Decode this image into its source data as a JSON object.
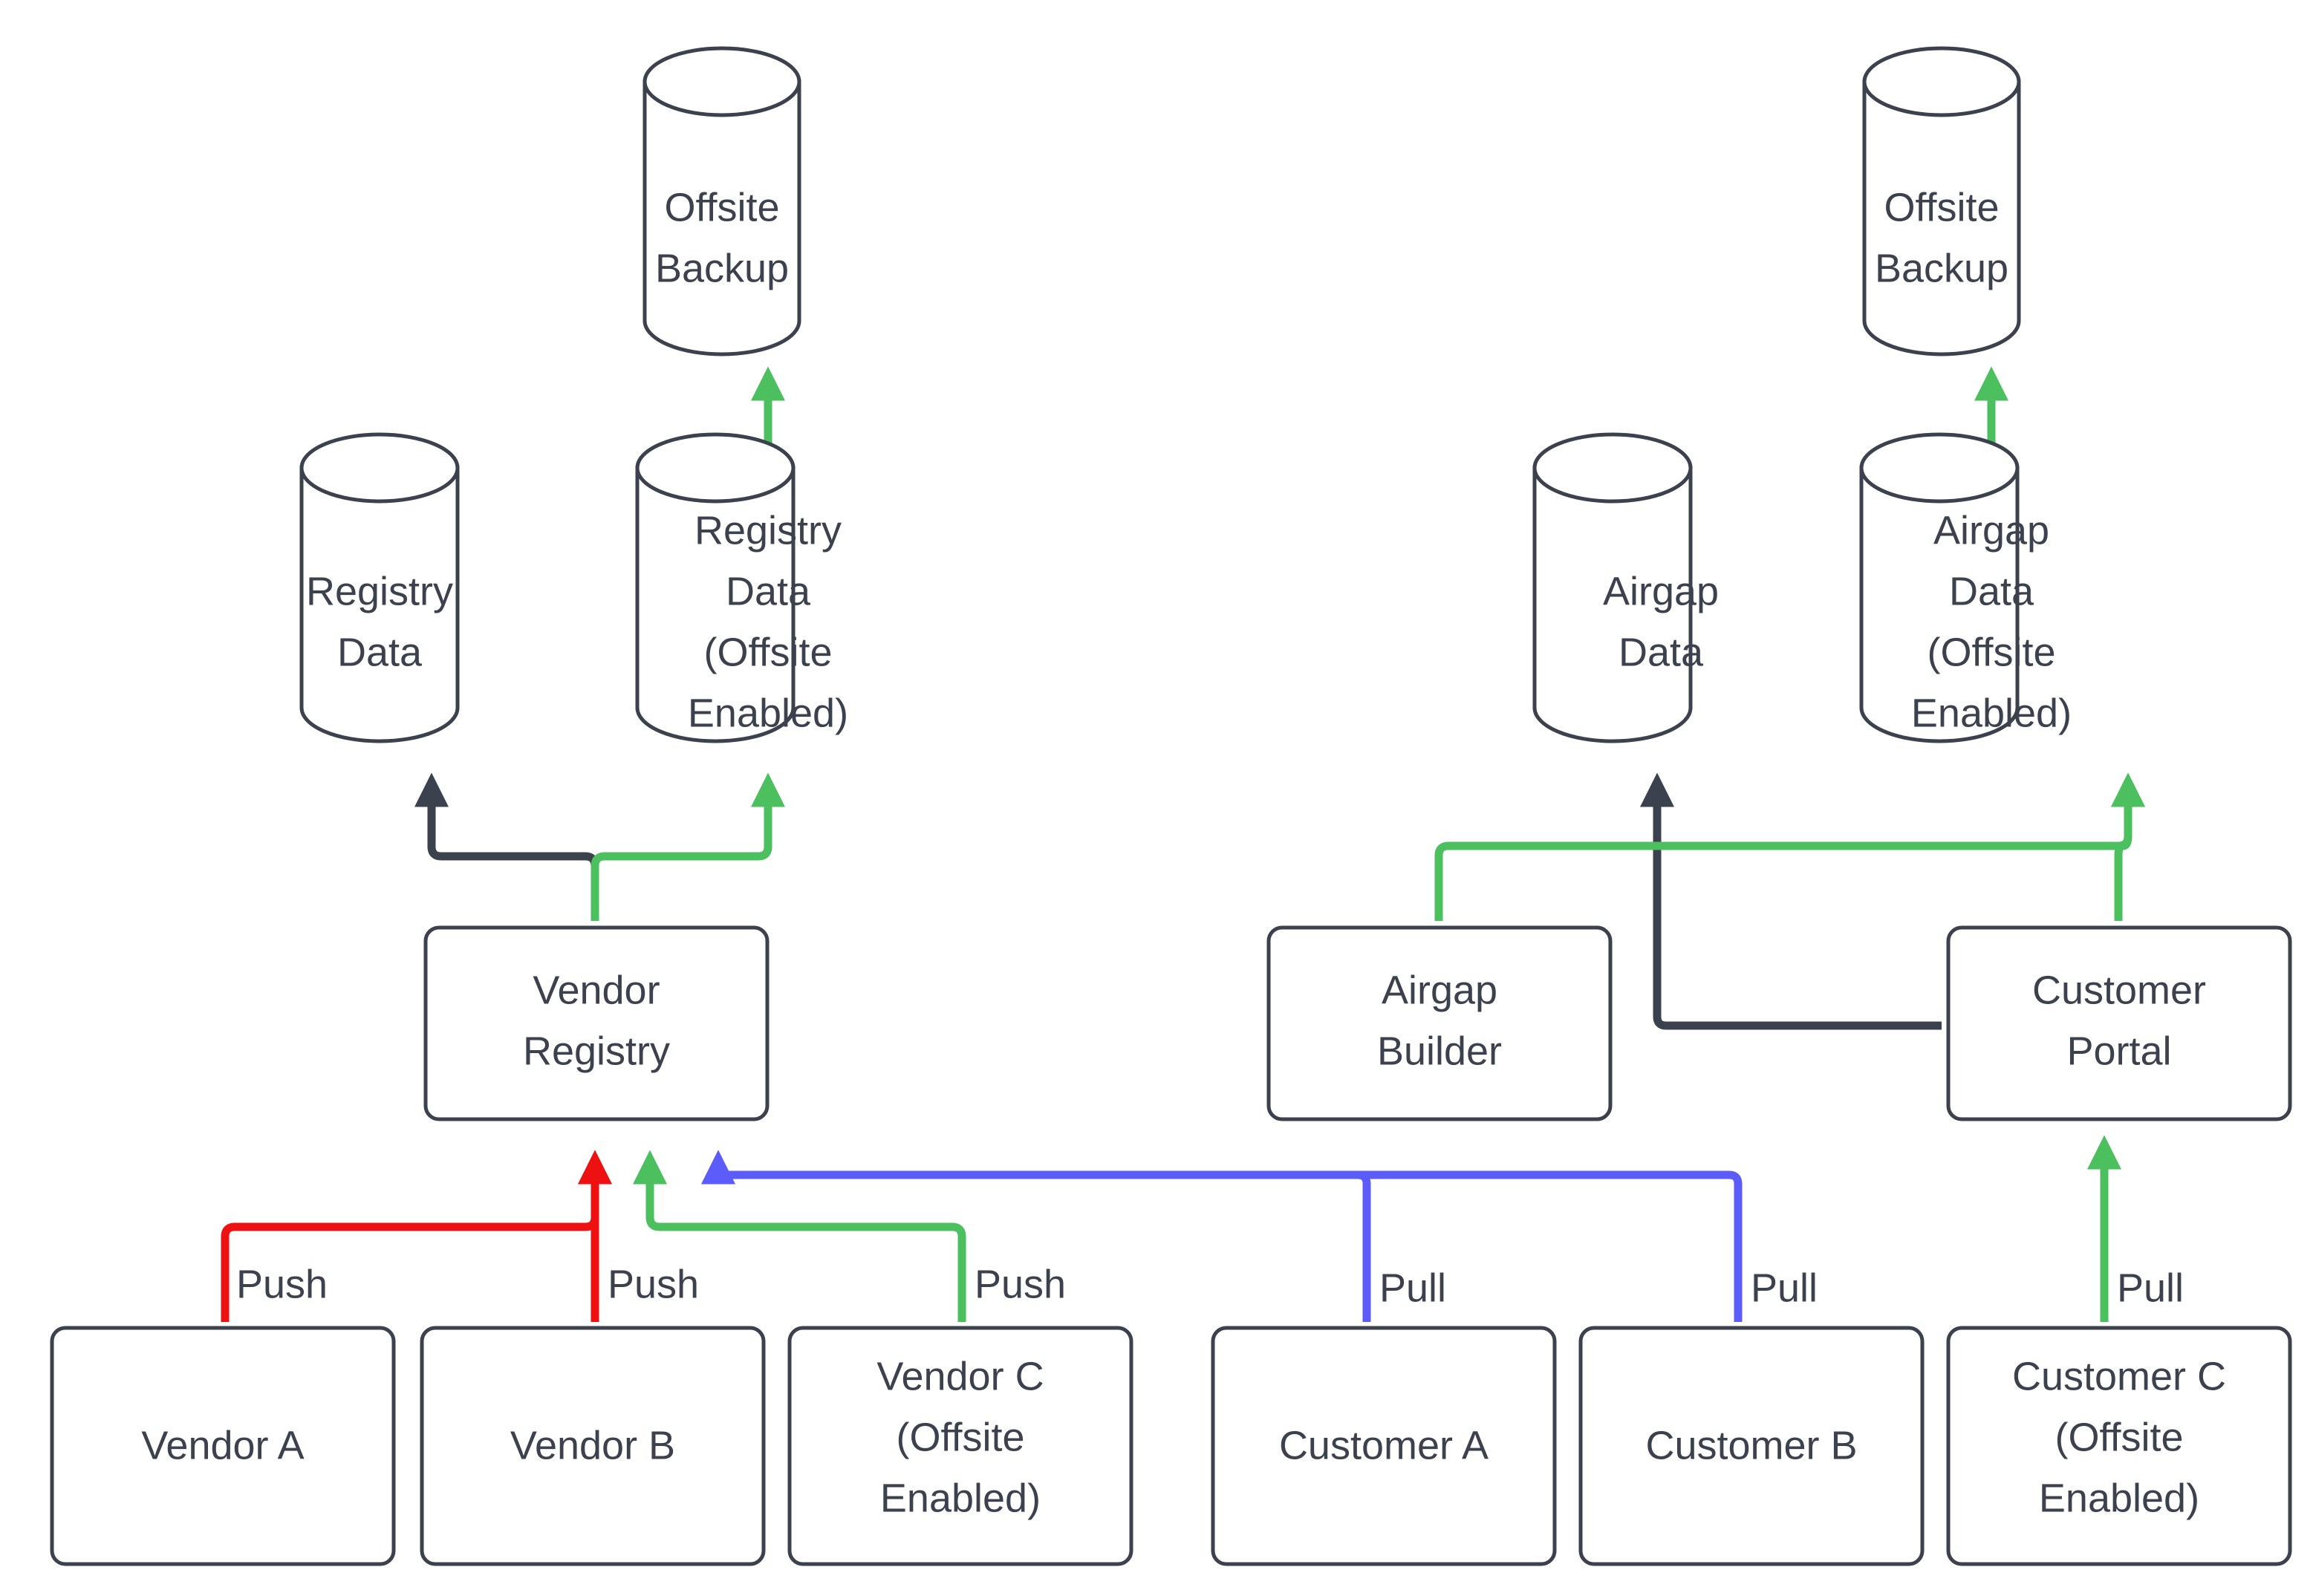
{
  "diagram": {
    "title": "Vendor Registry and Customer Portal Backup Flow",
    "background_color": "#ffffff",
    "node_stroke_color": "#3b414d",
    "node_fill_color": "#ffffff",
    "text_color": "#3b414d",
    "colors": {
      "dark": "#3b414d",
      "green": "#4cbf5e",
      "red": "#ee1111",
      "blue": "#5c5cfa"
    },
    "nodes": {
      "offsite_backup_left": {
        "label_line1": "Offsite",
        "label_line2": "Backup",
        "shape": "cylinder"
      },
      "offsite_backup_right": {
        "label_line1": "Offsite",
        "label_line2": "Backup",
        "shape": "cylinder"
      },
      "registry_data": {
        "label_line1": "Registry",
        "label_line2": "Data",
        "shape": "cylinder"
      },
      "registry_data_offsite": {
        "label_line1": "Registry",
        "label_line2": "Data",
        "label_line3": "(Offsite",
        "label_line4": "Enabled)",
        "shape": "cylinder"
      },
      "airgap_data": {
        "label_line1": "Airgap",
        "label_line2": "Data",
        "shape": "cylinder"
      },
      "airgap_data_offsite": {
        "label_line1": "Airgap",
        "label_line2": "Data",
        "label_line3": "(Offsite",
        "label_line4": "Enabled)",
        "shape": "cylinder"
      },
      "vendor_registry": {
        "label_line1": "Vendor",
        "label_line2": "Registry",
        "shape": "box"
      },
      "airgap_builder": {
        "label_line1": "Airgap",
        "label_line2": "Builder",
        "shape": "box"
      },
      "customer_portal": {
        "label_line1": "Customer",
        "label_line2": "Portal",
        "shape": "box"
      },
      "vendor_a": {
        "label_line1": "Vendor A",
        "shape": "box"
      },
      "vendor_b": {
        "label_line1": "Vendor B",
        "shape": "box"
      },
      "vendor_c": {
        "label_line1": "Vendor C",
        "label_line2": "(Offsite",
        "label_line3": "Enabled)",
        "shape": "box"
      },
      "customer_a": {
        "label_line1": "Customer A",
        "shape": "box"
      },
      "customer_b": {
        "label_line1": "Customer B",
        "shape": "box"
      },
      "customer_c": {
        "label_line1": "Customer C",
        "label_line2": "(Offsite",
        "label_line3": "Enabled)",
        "shape": "box"
      }
    },
    "edge_labels": {
      "vendor_a_push": "Push",
      "vendor_b_push": "Push",
      "vendor_c_push": "Push",
      "customer_a_pull": "Pull",
      "customer_b_pull": "Pull",
      "customer_c_pull": "Pull"
    },
    "edges": [
      {
        "from": "registry_data_offsite",
        "to": "offsite_backup_left",
        "color": "green"
      },
      {
        "from": "airgap_data_offsite",
        "to": "offsite_backup_right",
        "color": "green"
      },
      {
        "from": "vendor_registry",
        "to": "registry_data",
        "color": "dark"
      },
      {
        "from": "vendor_registry",
        "to": "registry_data_offsite",
        "color": "green"
      },
      {
        "from": "customer_portal",
        "to": "airgap_data",
        "color": "dark"
      },
      {
        "from": "airgap_builder",
        "to": "airgap_data_offsite",
        "color": "green"
      },
      {
        "from": "customer_portal",
        "to": "airgap_data_offsite",
        "color": "green"
      },
      {
        "from": "vendor_a",
        "to": "vendor_registry",
        "color": "red",
        "label": "Push"
      },
      {
        "from": "vendor_b",
        "to": "vendor_registry",
        "color": "red",
        "label": "Push"
      },
      {
        "from": "vendor_c",
        "to": "vendor_registry",
        "color": "green",
        "label": "Push"
      },
      {
        "from": "customer_a",
        "to": "vendor_registry",
        "color": "blue",
        "label": "Pull"
      },
      {
        "from": "customer_b",
        "to": "vendor_registry",
        "color": "blue",
        "label": "Pull"
      },
      {
        "from": "customer_c",
        "to": "customer_portal",
        "color": "green",
        "label": "Pull"
      }
    ]
  }
}
